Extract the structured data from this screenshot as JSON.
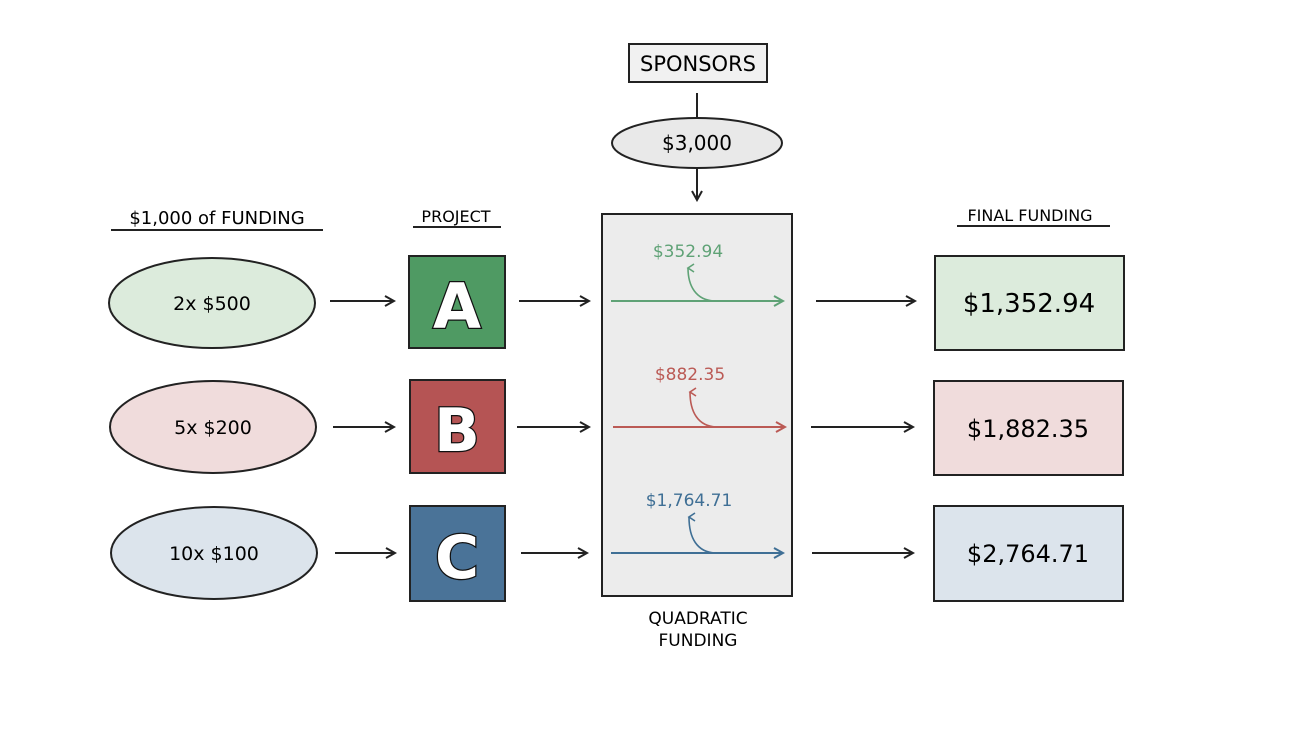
{
  "sponsors": {
    "label": "SPONSORS",
    "amount": "$3,000"
  },
  "headers": {
    "funding": "$1,000 of FUNDING",
    "project": "PROJECT",
    "final": "FINAL FUNDING"
  },
  "qf_label": [
    "QUADRATIC",
    "FUNDING"
  ],
  "rows": [
    {
      "contribution": "2x $500",
      "project": "A",
      "match": "$352.94",
      "final": "$1,352.94",
      "fill": "#dcebdc",
      "project_color": "#4f9a63",
      "line_color": "#5fa276"
    },
    {
      "contribution": "5x $200",
      "project": "B",
      "match": "$882.35",
      "final": "$1,882.35",
      "fill": "#f0dcdc",
      "project_color": "#b55454",
      "line_color": "#bb5a55"
    },
    {
      "contribution": "10x $100",
      "project": "C",
      "match": "$1,764.71",
      "final": "$2,764.71",
      "fill": "#dce4ec",
      "project_color": "#4a7398",
      "line_color": "#3f6f95"
    }
  ]
}
